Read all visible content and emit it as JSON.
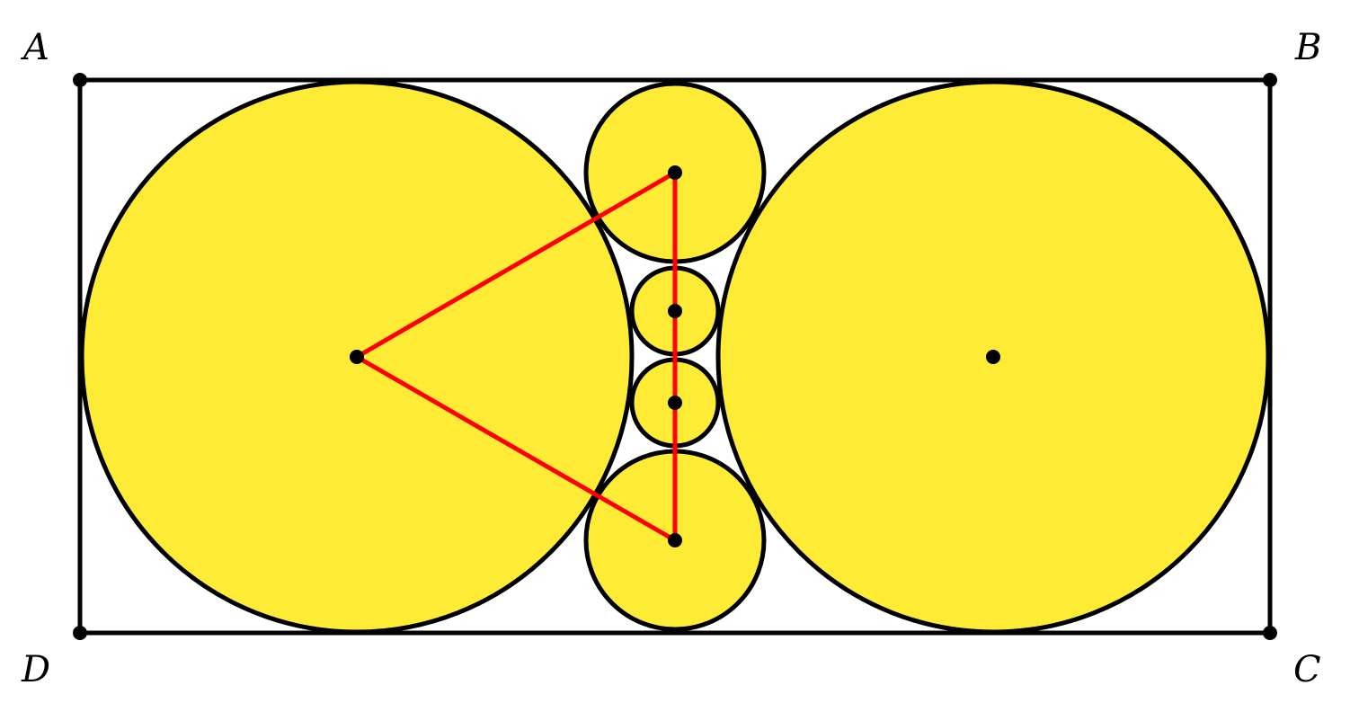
{
  "diagram": {
    "labels": {
      "a": "A",
      "b": "B",
      "c": "C",
      "d": "D"
    },
    "colors": {
      "circle_fill": "#FDEB36",
      "outline": "#000000",
      "construction": "#FF0000",
      "background": "#FFFFFF"
    }
  }
}
